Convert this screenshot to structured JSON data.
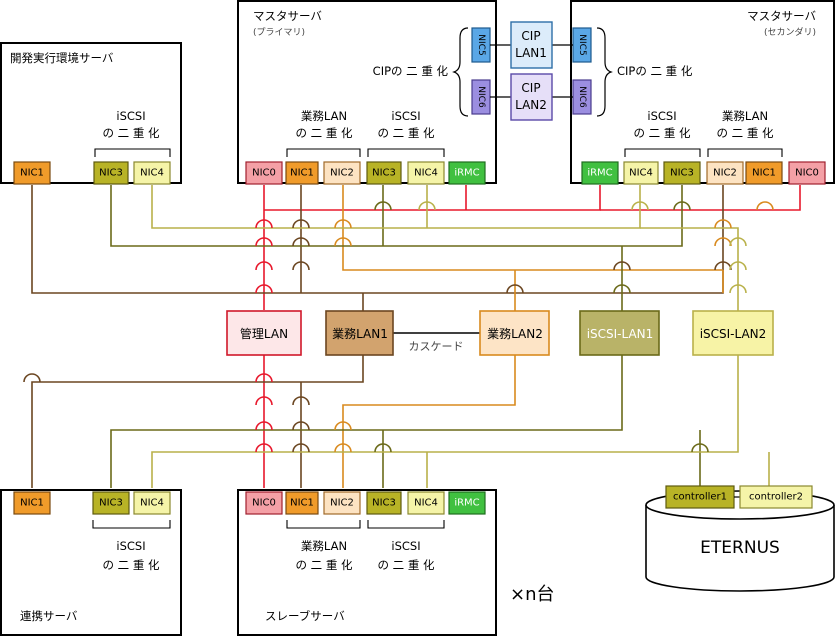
{
  "colors": {
    "red_lan": "#e8182c",
    "brown_lan1": "#6b4621",
    "orange_lan2": "#d98a1e",
    "olive_iscsi1": "#6b6a19",
    "khaki_iscsi2": "#b9b14a",
    "nic0_fill": "#f4a0a6",
    "nic1_fill": "#f09b2a",
    "nic2_fill": "#fde3c2",
    "nic3_fill": "#b8b326",
    "nic4_fill": "#f5f4a8",
    "irmc_fill": "#40c040",
    "nic5_fill": "#5aa7e6",
    "nic6_fill": "#9b8ee0"
  },
  "servers": {
    "dev": {
      "title": "開発実行環境サーバ"
    },
    "primary": {
      "title": "マスタサーバ",
      "subtitle": "(プライマリ)"
    },
    "secondary": {
      "title": "マスタサーバ",
      "subtitle": "(セカンダリ)"
    },
    "coop": {
      "title": "連携サーバ"
    },
    "slave": {
      "title": "スレーブサーバ"
    }
  },
  "nics": {
    "nic0": "NIC0",
    "nic1": "NIC1",
    "nic2": "NIC2",
    "nic3": "NIC3",
    "nic4": "NIC4",
    "nic5": "NIC5",
    "nic6": "NIC6",
    "irmc": "iRMC"
  },
  "groups": {
    "iscsi_line1": "iSCSI",
    "iscsi_line2": "の 二 重 化",
    "lan_line1": "業務LAN",
    "lan_line2": "の 二 重 化",
    "cip_dual": "CIPの 二 重 化"
  },
  "cip": {
    "lan1_line1": "CIP",
    "lan1_line2": "LAN1",
    "lan2_line1": "CIP",
    "lan2_line2": "LAN2"
  },
  "switches": {
    "mgmt": "管理LAN",
    "biz1": "業務LAN1",
    "cascade": "カスケード",
    "biz2": "業務LAN2",
    "iscsi1": "iSCSI-LAN1",
    "iscsi2": "iSCSI-LAN2"
  },
  "storage": {
    "name": "ETERNUS",
    "controller1": "controller1",
    "controller2": "controller2"
  },
  "multiplier": "×n台"
}
